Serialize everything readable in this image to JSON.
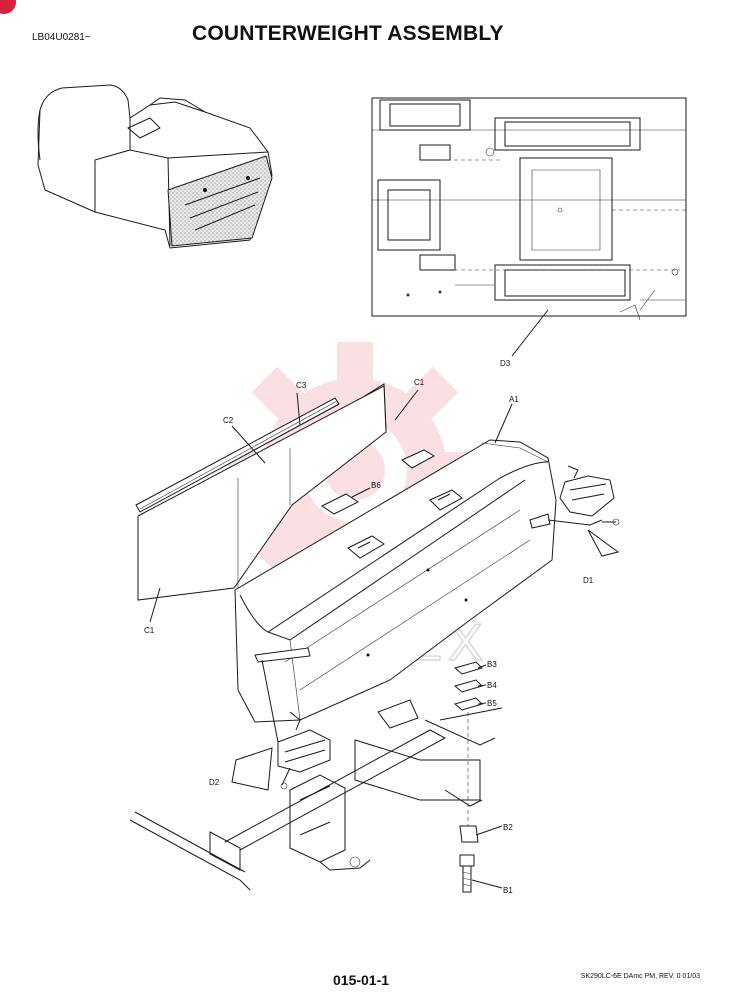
{
  "header": {
    "serial_range": "LB04U0281~",
    "title": "COUNTERWEIGHT ASSEMBLY"
  },
  "footer": {
    "page_number": "015-01-1",
    "document_ref": "SK290LC-6E DAmc PM, REV. 0 01/03"
  },
  "callouts": {
    "a1": "A1",
    "b1": "B1",
    "b2": "B2",
    "b3": "B3",
    "b4": "B4",
    "b5": "B5",
    "b6": "B6",
    "c1_top": "C1",
    "c1_bottom": "C1",
    "c2": "C2",
    "c3": "C3",
    "d1": "D1",
    "d2": "D2",
    "d3": "D3"
  },
  "watermark": {
    "text": "IAHTEX",
    "color": "#f6c8cc"
  }
}
